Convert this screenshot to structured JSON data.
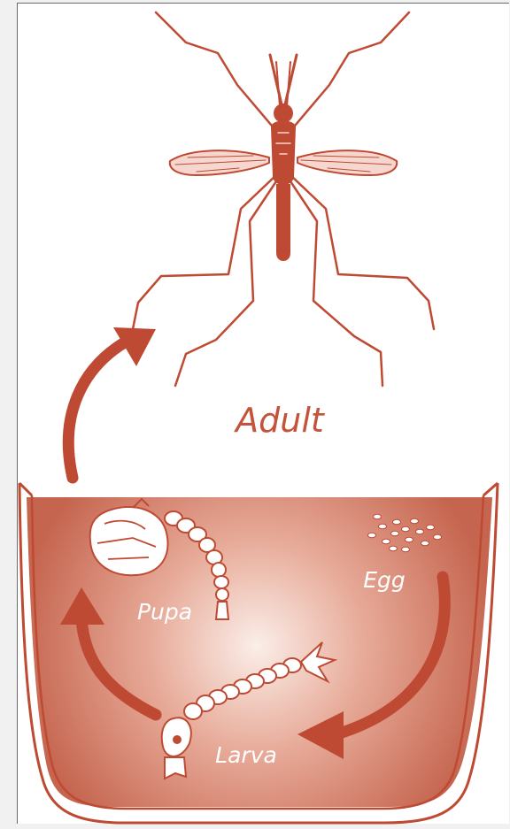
{
  "diagram": {
    "stages": {
      "adult": "Adult",
      "egg": "Egg",
      "larva": "Larva",
      "pupa": "Pupa"
    },
    "colors": {
      "primary": "#bf4a33",
      "adult_label": "#c4533b",
      "inner_label": "#ffffff",
      "water_edge": "#c5654f",
      "water_center": "#fbeee9",
      "frame_bg": "#f1f1f1"
    }
  }
}
